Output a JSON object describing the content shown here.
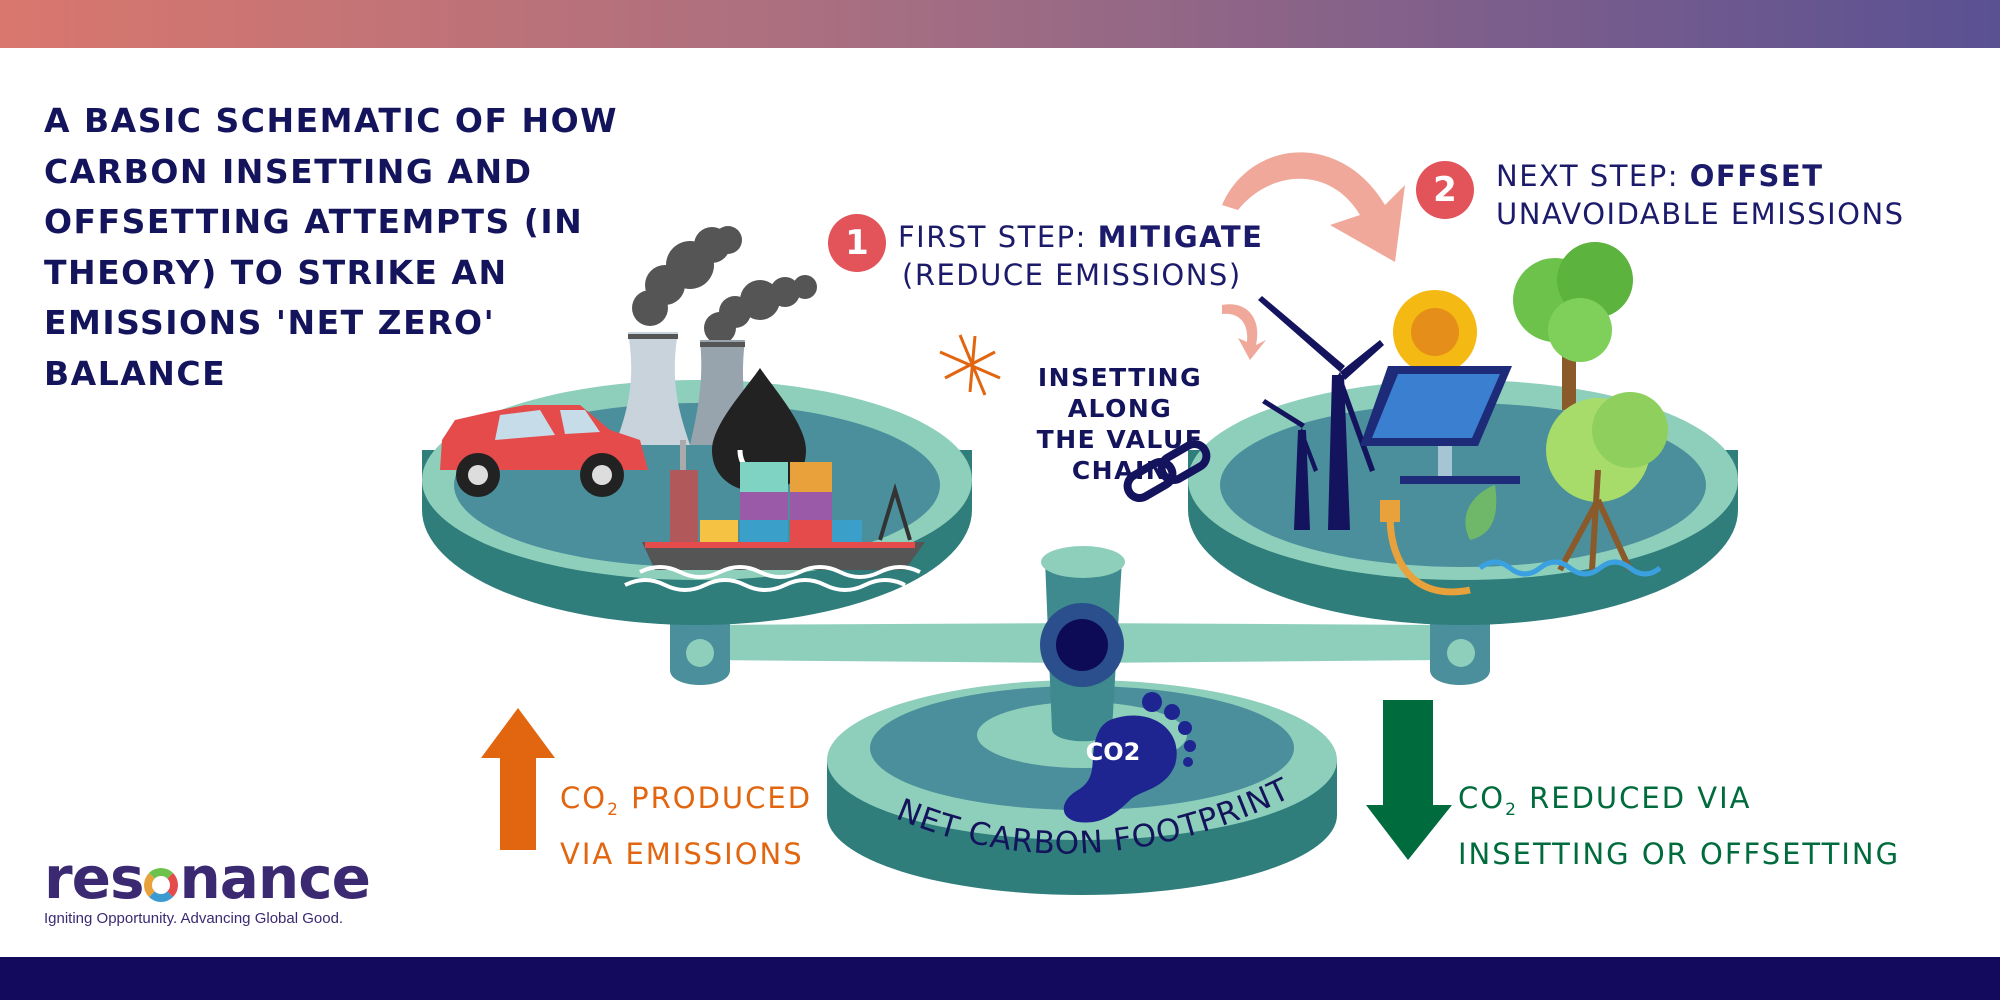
{
  "title": "A BASIC SCHEMATIC OF HOW CARBON INSETTING AND OFFSETTING ATTEMPTS (IN THEORY) TO STRIKE AN EMISSIONS 'NET ZERO' BALANCE",
  "step1": {
    "number": "1",
    "prefix": "FIRST STEP: ",
    "emphasis": "MITIGATE",
    "line2": "(REDUCE EMISSIONS)"
  },
  "step2": {
    "number": "2",
    "prefix": "NEXT STEP: ",
    "emphasis": "OFFSET",
    "line2": "UNAVOIDABLE EMISSIONS"
  },
  "insetting": {
    "line1": "INSETTING ALONG",
    "line2": "THE VALUE CHAIN"
  },
  "produced": {
    "co": "CO",
    "sub": "2",
    "line1_rest": " PRODUCED",
    "line2": "VIA EMISSIONS"
  },
  "reduced": {
    "co": "CO",
    "sub": "2",
    "line1_rest": " REDUCED VIA",
    "line2": "INSETTING OR OFFSETTING"
  },
  "footprint": {
    "label": "NET CARBON FOOTPRINT",
    "icon_text": "CO2"
  },
  "logo": {
    "word_a": "res",
    "word_b": "nance",
    "tagline": "Igniting Opportunity. Advancing Global Good."
  },
  "colors": {
    "navy": "#14145c",
    "teal": "#4a8f9b",
    "mint": "#8ecfbb",
    "orange": "#e2650f",
    "green": "#006b3c",
    "badge": "#e3535a"
  }
}
